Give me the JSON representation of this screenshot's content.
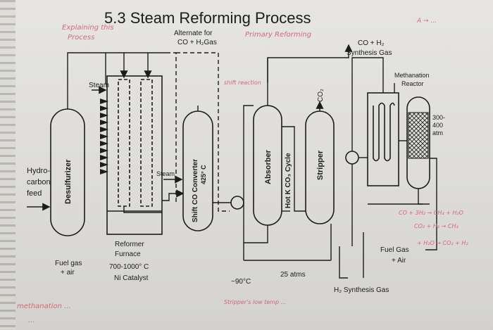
{
  "title": "5.3 Steam Reforming Process",
  "labels": {
    "alternate_line1": "Alternate for",
    "alternate_line2": "CO + H₂Gas",
    "co_h2_line1": "CO + H₂",
    "co_h2_line2": "Synthesis Gas",
    "methanation_line1": "Methanation",
    "methanation_line2": "Reactor",
    "pressure_line1": "300-",
    "pressure_line2": "400",
    "pressure_line3": "atm",
    "steam_top": "Steam",
    "steam_mid": "Steam",
    "hydrocarbon_line1": "Hydro-",
    "hydrocarbon_line2": "carbon",
    "hydrocarbon_line3": "feed",
    "desulfurizer": "Desulfurizer",
    "shift_converter": "Shift CO Converter",
    "shift_temp": "425° C",
    "absorber": "Absorber",
    "hot_k_cycle": "Hot K CO₃ Cycle",
    "stripper": "Stripper",
    "co2": "CO₂",
    "reformer_line1": "Reformer",
    "reformer_line2": "Furnace",
    "reformer_line3": "700-1000° C",
    "reformer_line4": "Ni Catalyst",
    "fuel_gas_left_line1": "Fuel gas",
    "fuel_gas_left_line2": "+ air",
    "fuel_gas_right_line1": "Fuel Gas",
    "fuel_gas_right_line2": "+ Air",
    "temp_90": "~90°C",
    "pressure_25": "25 atms",
    "h2_synthesis": "H₂ Synthesis Gas"
  },
  "handwritten_notes": {
    "explaining_line1": "Explaining this",
    "explaining_line2": "Process",
    "primary_reforming": "Primary Reforming",
    "shift_reaction": "shift reaction",
    "side_note": "A → ...",
    "stripper_note": "Stripper's low temp ...",
    "reaction_1": "CO + 3H₂ → CH₄ + H₂O",
    "reaction_2": "CO₂ + H₂ → CH₄",
    "reaction_3": "+ H₂O → CO₂ + H₂",
    "bottom_left_1": "methanation ...",
    "bottom_left_2": "..."
  },
  "colors": {
    "ink": "#1c1c1c",
    "annotation_pink": "#d4687c",
    "paper": "#e4e3df"
  }
}
